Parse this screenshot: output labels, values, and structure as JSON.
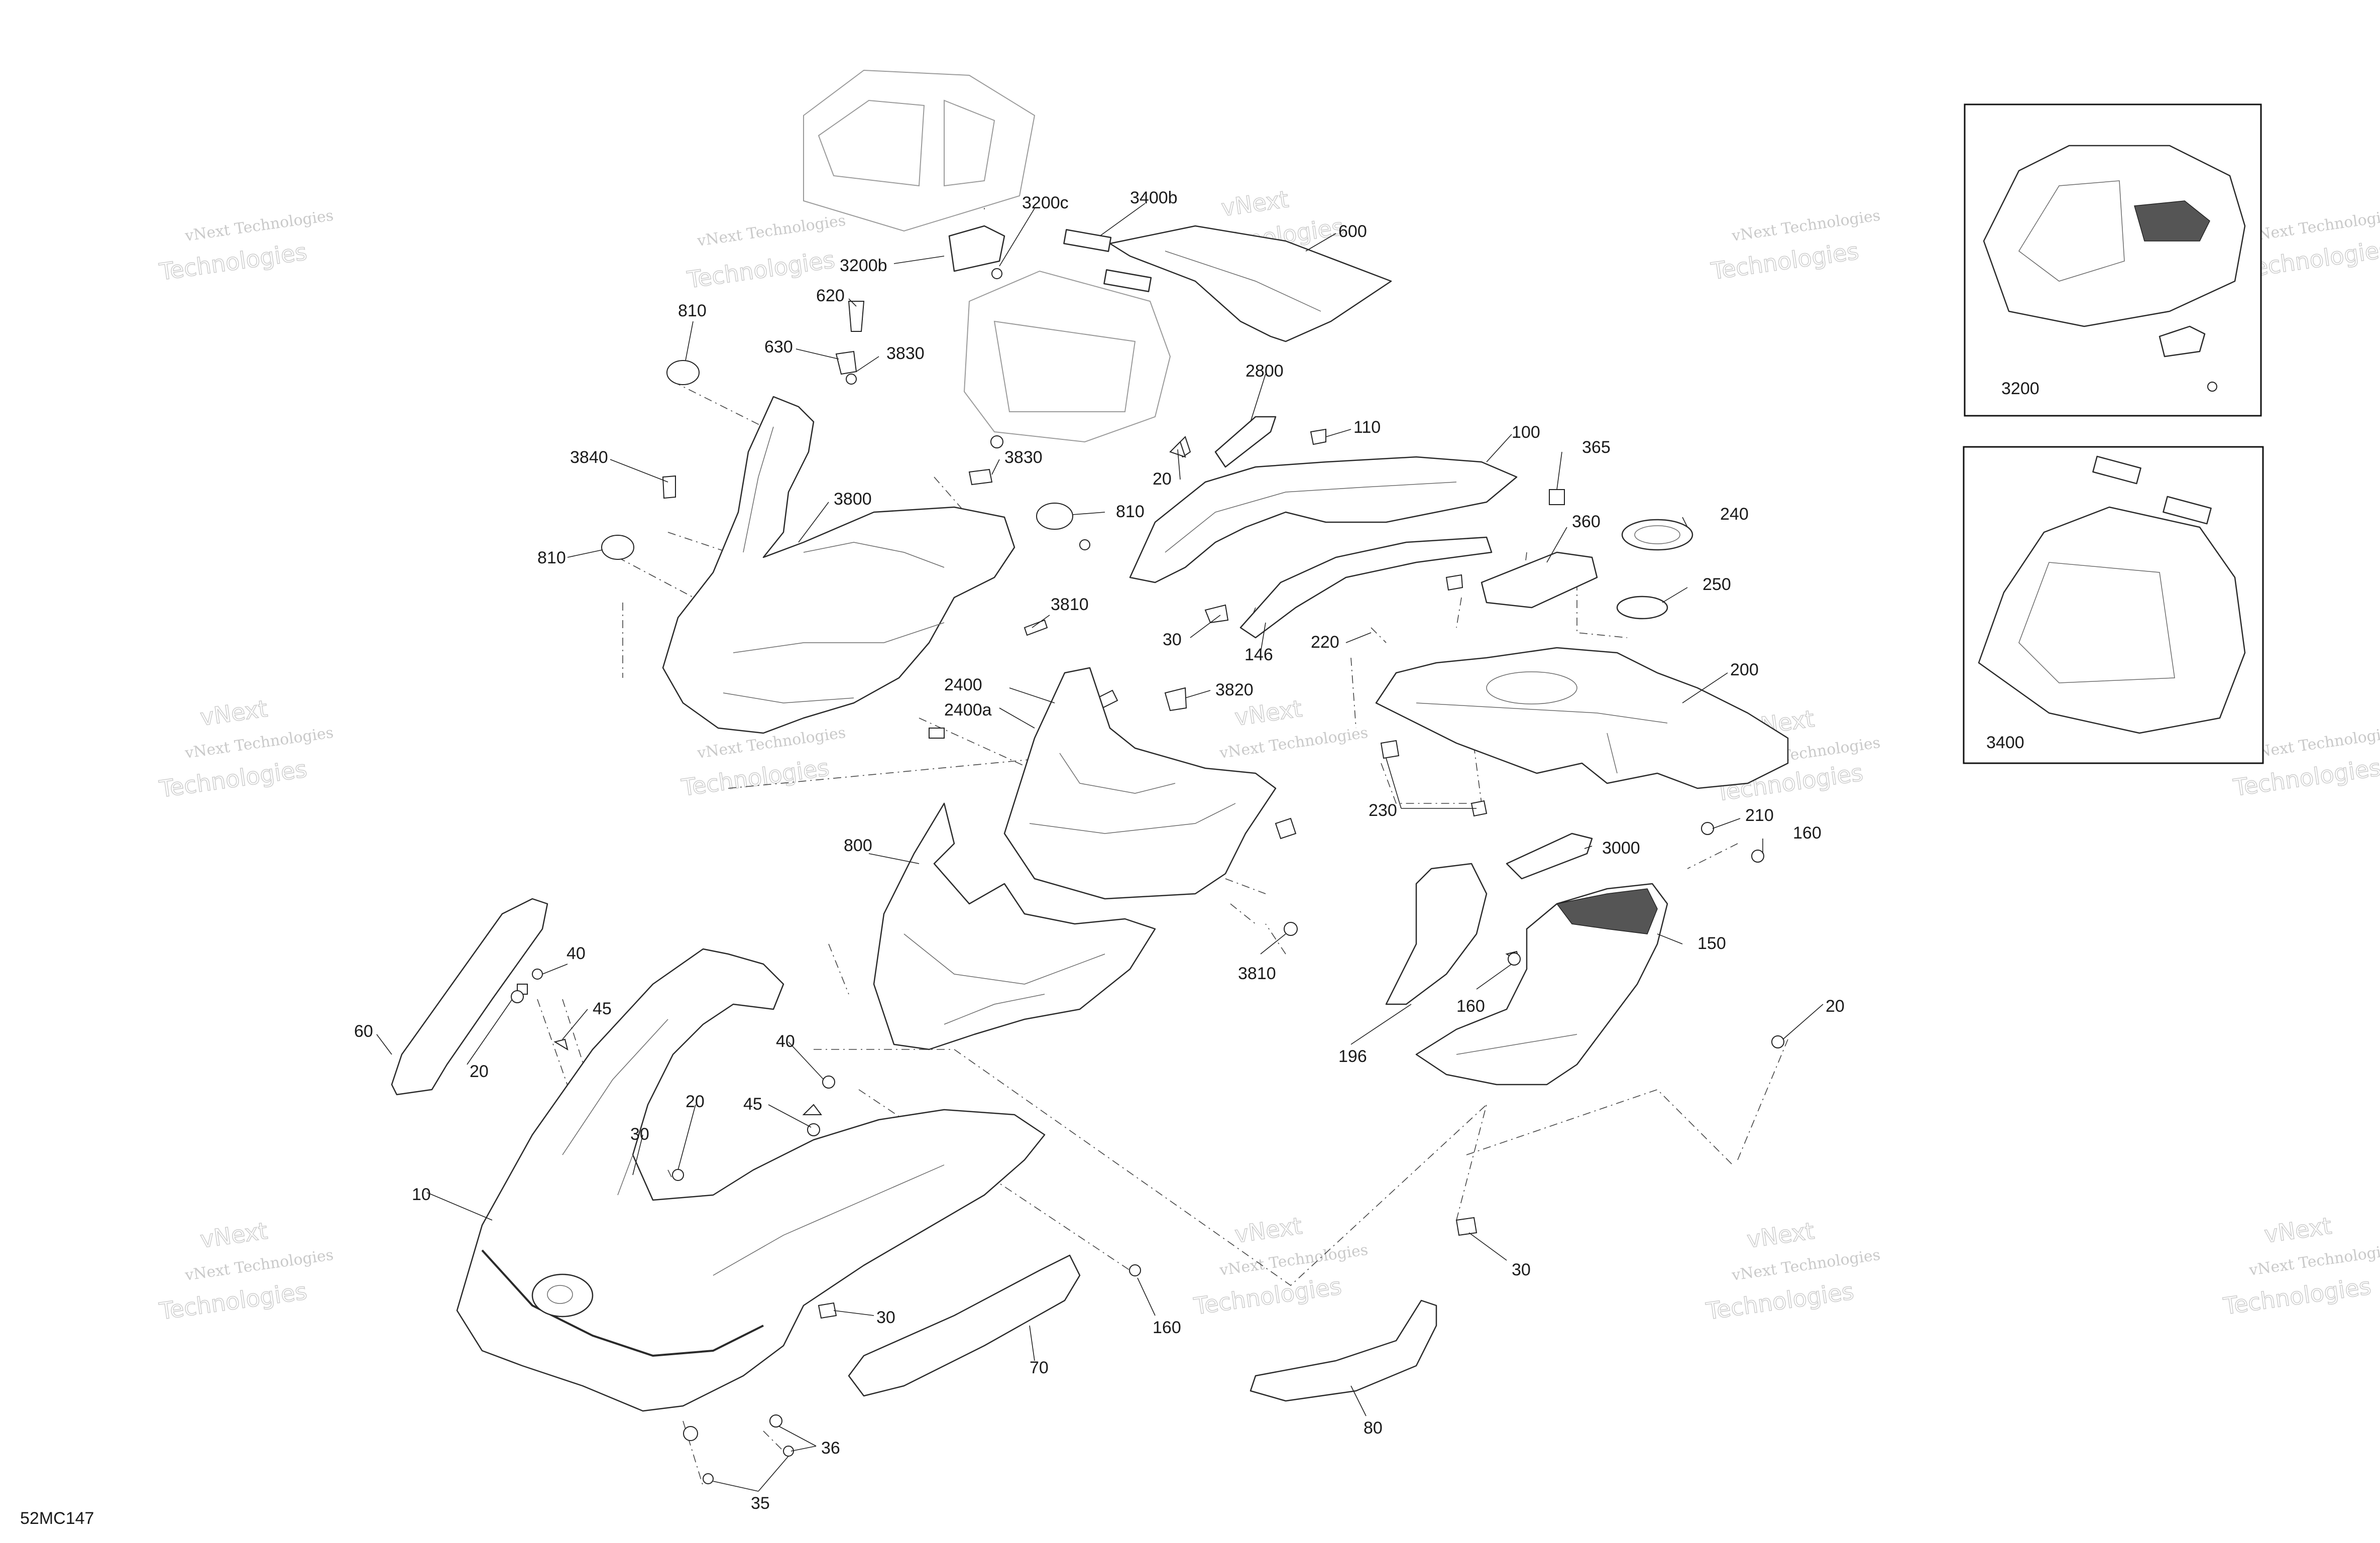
{
  "diagram_code": "52MC147",
  "watermark": {
    "line1": "vNext Technologies",
    "line2": "vNext",
    "line3": "Technologies"
  },
  "callouts": {
    "c3200c": "3200c",
    "c3400b": "3400b",
    "c600": "600",
    "c3200b": "3200b",
    "c620": "620",
    "c810a": "810",
    "c630": "630",
    "c3830a": "3830",
    "c2800": "2800",
    "c110": "110",
    "c100": "100",
    "c3840": "3840",
    "c3830b": "3830",
    "c20a": "20",
    "c365": "365",
    "c3800": "3800",
    "c810b": "810",
    "c810c": "810",
    "c360": "360",
    "c240": "240",
    "c250": "250",
    "c3810a": "3810",
    "c30a": "30",
    "c146": "146",
    "c220": "220",
    "c200": "200",
    "c2400": "2400",
    "c2400a": "2400a",
    "c3820": "3820",
    "c230": "230",
    "c210": "210",
    "c800": "800",
    "c3000": "3000",
    "c160a": "160",
    "c150": "150",
    "c3810b": "3810",
    "c40a": "40",
    "c160b": "160",
    "c45a": "45",
    "c60": "60",
    "c20b": "20",
    "c196": "196",
    "c20c": "20",
    "c40b": "40",
    "c20d": "20",
    "c45b": "45",
    "c30b": "30",
    "c10": "10",
    "c30c": "30",
    "c30d": "30",
    "c70": "70",
    "c160c": "160",
    "c80": "80",
    "c36": "36",
    "c35": "35",
    "inset1": "3200",
    "inset2": "3400"
  }
}
